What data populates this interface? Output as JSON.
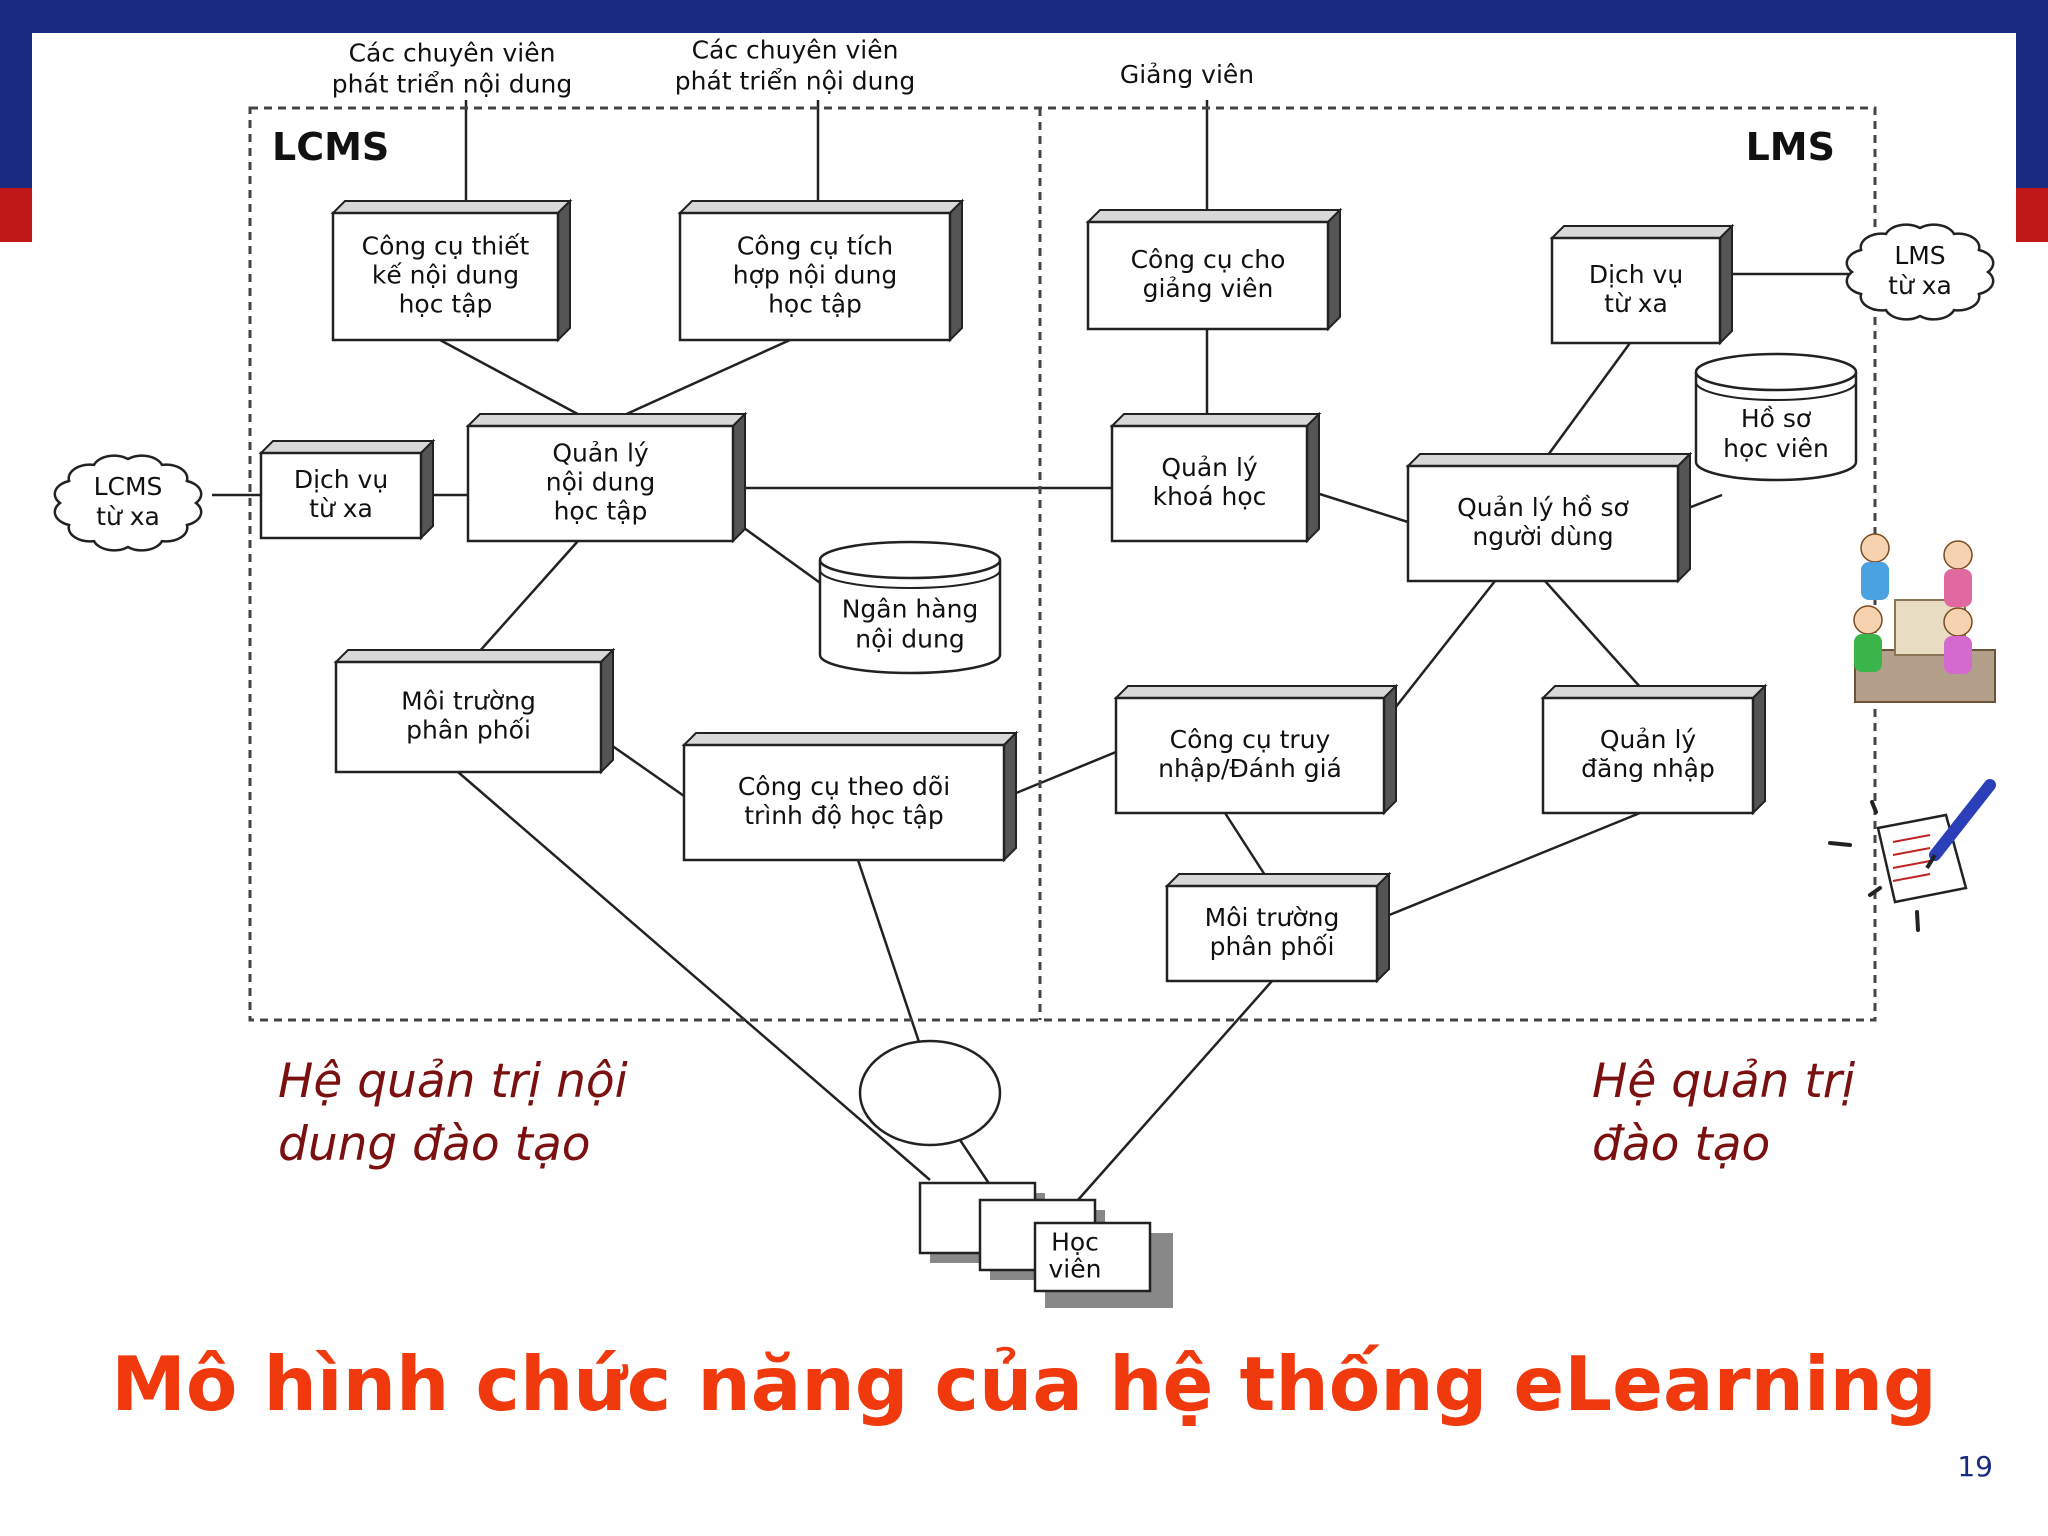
{
  "diagram": {
    "regions": {
      "lcms": "LCMS",
      "lms": "LMS"
    },
    "actors": {
      "content_dev_1": [
        "Các chuyên viên",
        "phát triển nội dung"
      ],
      "content_dev_2": [
        "Các chuyên viên",
        "phát triển nội dung"
      ],
      "instructor": [
        "Giảng viên"
      ]
    },
    "clouds": {
      "lcms_remote": [
        "LCMS",
        "từ xa"
      ],
      "lms_remote": [
        "LMS",
        "từ xa"
      ]
    },
    "boxes": {
      "design_tool": [
        "Công cụ thiết",
        "kế nội dung",
        "học tập"
      ],
      "aggregate_tool": [
        "Công cụ tích",
        "hợp nội dung",
        "học tập"
      ],
      "instructor_tool": [
        "Công cụ cho",
        "giảng viên"
      ],
      "remote_service_right": [
        "Dịch vụ",
        "từ xa"
      ],
      "remote_service_left": [
        "Dịch vụ",
        "từ xa"
      ],
      "content_mgmt": [
        "Quản lý",
        "nội dung",
        "học tập"
      ],
      "course_mgmt": [
        "Quản lý",
        "khoá học"
      ],
      "user_profile_mgmt": [
        "Quản lý hồ sơ",
        "người dùng"
      ],
      "delivery_env_left": [
        "Môi trường",
        "phân phối"
      ],
      "progress_tool": [
        "Công cụ theo dõi",
        "trình độ học tập"
      ],
      "assessment_tool": [
        "Công cụ truy",
        "nhập/Đánh giá"
      ],
      "login_mgmt": [
        "Quản lý",
        "đăng nhập"
      ],
      "delivery_env_right": [
        "Môi trường",
        "phân phối"
      ]
    },
    "stores": {
      "content_bank": [
        "Ngân hàng",
        "nội dung"
      ],
      "learner_records": [
        "Hồ sơ",
        "học viên"
      ]
    },
    "learner": [
      "Học",
      "viên"
    ]
  },
  "captions": {
    "left": [
      "Hệ quản trị nội",
      "dung đào tạo"
    ],
    "right": [
      "Hệ quản trị",
      "đào tạo"
    ]
  },
  "title": "Mô hình chức năng của hệ thống eLearning",
  "page_number": "19",
  "colors": {
    "header_blue": "#1a2a80",
    "accent_red": "#c01818",
    "title_orange": "#f03a0e",
    "caption_maroon": "#7a1010"
  }
}
